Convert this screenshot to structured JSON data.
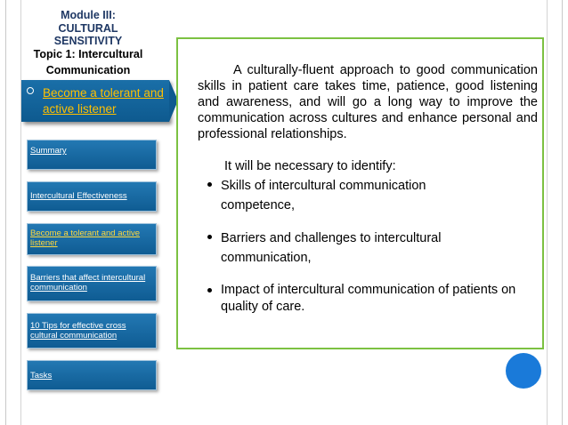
{
  "header": {
    "module": "Module III:",
    "topic_name_line1": "CULTURAL",
    "topic_name_line2": "SENSITIVITY",
    "topic_line1": "Topic 1: Intercultural",
    "topic_line2": "Communication"
  },
  "sidebar": {
    "active_item": "Become a tolerant and active listener",
    "items": [
      {
        "label": "Summary"
      },
      {
        "label": "Intercultural Effectiveness"
      },
      {
        "label": "Become a tolerant and active listener"
      },
      {
        "label": "Barriers that affect intercultural communication"
      },
      {
        "label": "10 Tips for effective cross cultural communication"
      },
      {
        "label": "Tasks"
      }
    ]
  },
  "content": {
    "intro": "A culturally-fluent approach to good communication skills in patient care takes time, patience, good listening and awareness, and will go a long way to improve the communication across cultures and enhance personal and professional relationships.",
    "identify": "It will be necessary to identify:",
    "bullets": [
      "Skills of intercultural communication competence,",
      "Barriers and challenges to intercultural communication,",
      "Impact of intercultural communication of patients on quality of care."
    ]
  },
  "colors": {
    "nav_blue": "#1a6fa8",
    "active_text": "#ffc000",
    "content_border": "#7cc142",
    "circle": "#1a7ad9"
  }
}
